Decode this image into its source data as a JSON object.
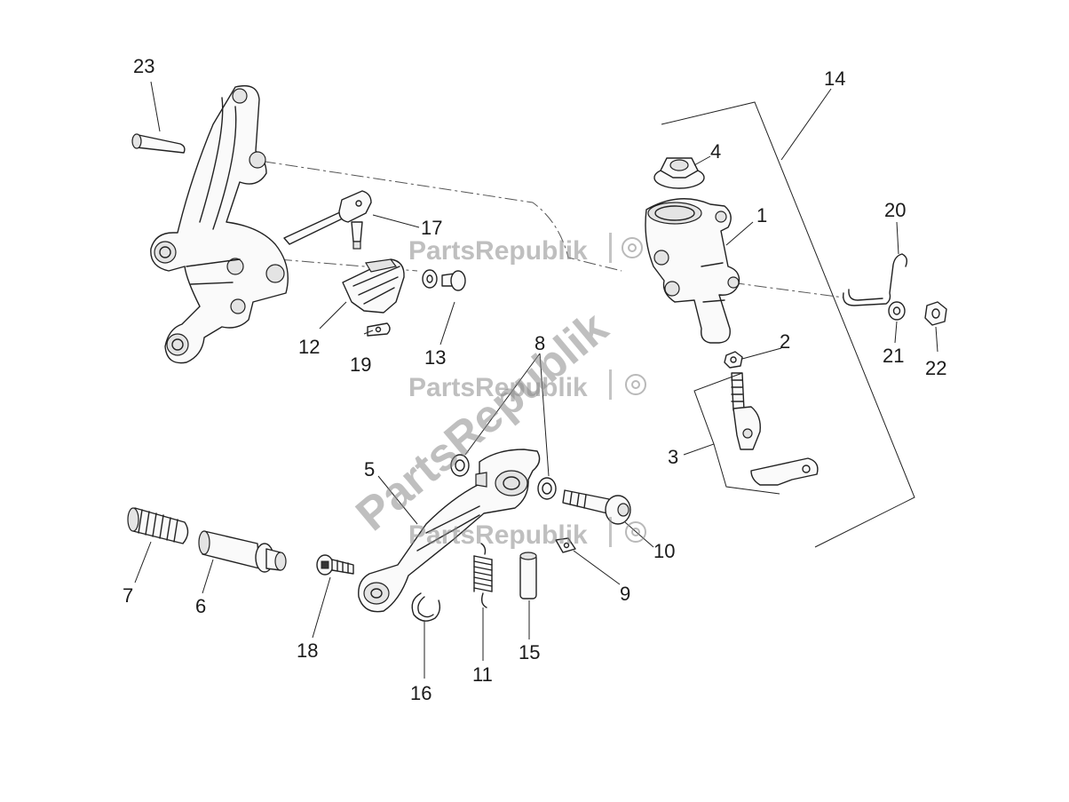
{
  "labels": {
    "p1": "1",
    "p2": "2",
    "p3": "3",
    "p4": "4",
    "p5": "5",
    "p6": "6",
    "p7": "7",
    "p8": "8",
    "p9": "9",
    "p10": "10",
    "p11": "11",
    "p12": "12",
    "p13": "13",
    "p14": "14",
    "p15": "15",
    "p16": "16",
    "p17": "17",
    "p18": "18",
    "p19": "19",
    "p20": "20",
    "p21": "21",
    "p22": "22",
    "p23": "23"
  },
  "watermark": {
    "text": "PartsRepublik"
  }
}
